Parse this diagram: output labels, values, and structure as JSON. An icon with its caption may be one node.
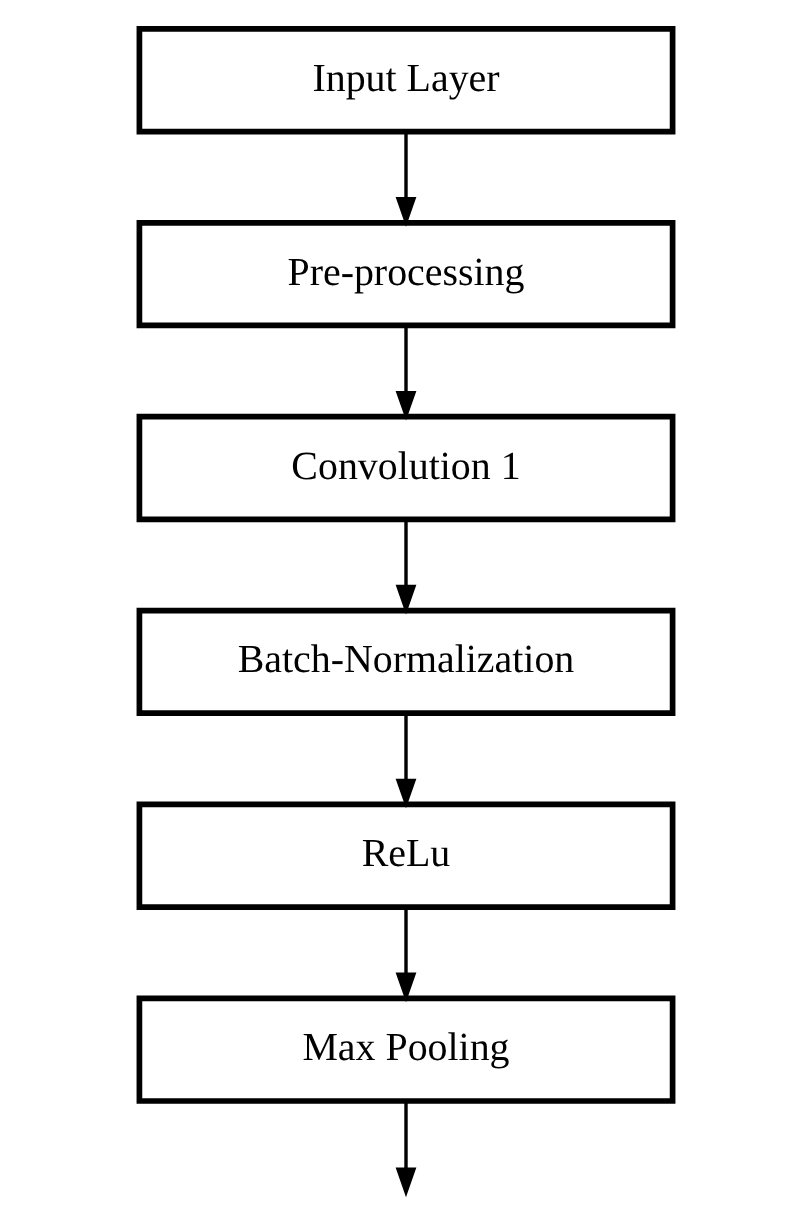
{
  "diagram": {
    "nodes": [
      {
        "text": [
          "Input Layer"
        ]
      },
      {
        "text": [
          "Pre-processing"
        ]
      },
      {
        "text": [
          "Convolution 1"
        ]
      },
      {
        "text": [
          "Batch-Normalization"
        ]
      },
      {
        "text": [
          "ReLu"
        ]
      },
      {
        "text": [
          "Max Pooling"
        ]
      }
    ],
    "edges": [
      {
        "from": 0,
        "to": 1,
        "arrow": "to"
      },
      {
        "from": 1,
        "to": 2,
        "arrow": "to"
      },
      {
        "from": 2,
        "to": 3,
        "arrow": "to"
      },
      {
        "from": 3,
        "to": 4,
        "arrow": "to"
      },
      {
        "from": 4,
        "to": 5,
        "arrow": "to"
      },
      {
        "from": 5,
        "to": null,
        "arrow": "to"
      }
    ]
  }
}
